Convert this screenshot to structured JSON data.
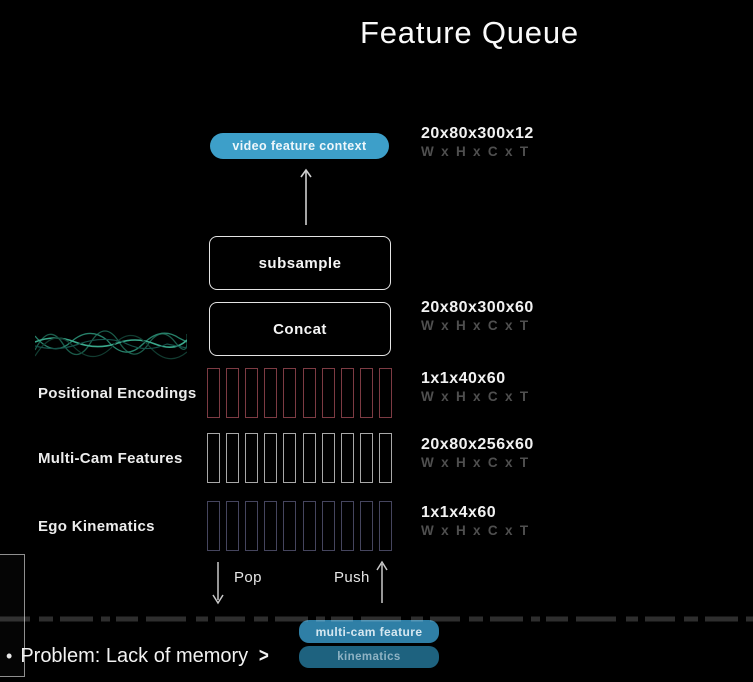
{
  "title": "Feature Queue",
  "diagram": {
    "video_feature_context": {
      "label": "video feature context",
      "dims": "20x80x300x12",
      "dims_sub": "W x H x C x T",
      "color": "#3d9fc9"
    },
    "subsample_label": "subsample",
    "concat": {
      "label": "Concat",
      "dims": "20x80x300x60",
      "dims_sub": "W x H x C x T"
    },
    "rows": [
      {
        "label": "Positional Encodings",
        "dims": "1x1x40x60",
        "dims_sub": "W x H x C x T",
        "bar_count": 10,
        "bar_color": "#7d3b43"
      },
      {
        "label": "Multi-Cam Features",
        "dims": "20x80x256x60",
        "dims_sub": "W x H x C x T",
        "bar_count": 10,
        "bar_color": "#a8a8a8"
      },
      {
        "label": "Ego Kinematics",
        "dims": "1x1x4x60",
        "dims_sub": "W x H x C x T",
        "bar_count": 10,
        "bar_color": "#45455e"
      }
    ],
    "pop_label": "Pop",
    "push_label": "Push",
    "wave_colors": [
      "#123c31",
      "#1b5c4b",
      "#27816a",
      "#3aa98c",
      "#16524a"
    ]
  },
  "queue_buttons": [
    {
      "label": "multi-cam feature",
      "color": "#2f7fa6"
    },
    {
      "label": "kinematics",
      "color": "#1e627f"
    }
  ],
  "footer": {
    "bullet": "•",
    "text": "Problem: Lack of memory",
    "chevron": ">"
  },
  "colors": {
    "background": "#000000",
    "accent_blue": "#3d9fc9",
    "dash_overlay": "rgba(255,255,255,0.18)",
    "dim_text": "#4f4f4f"
  }
}
